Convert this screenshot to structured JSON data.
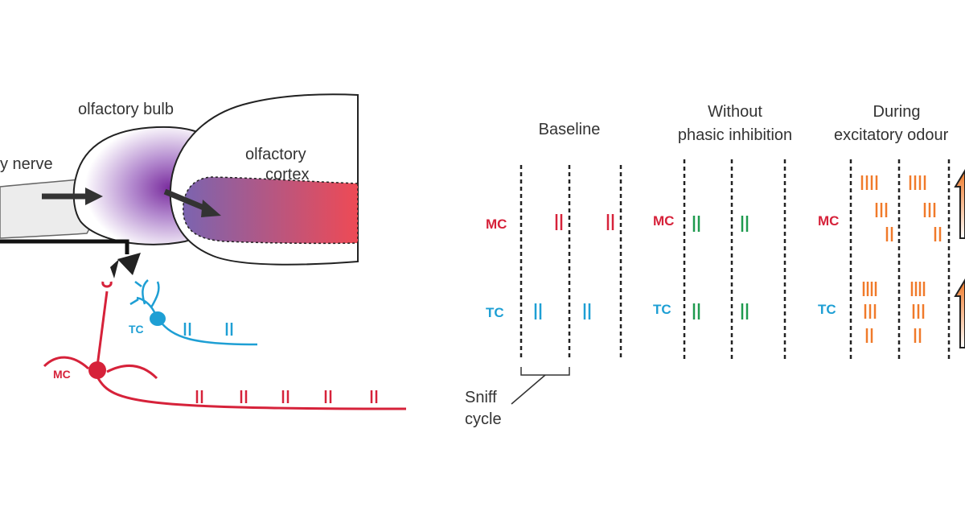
{
  "anatomy": {
    "nerve_label": "y nerve",
    "bulb_label": "olfactory bulb",
    "cortex_label_line1": "olfactory",
    "cortex_label_line2": "cortex",
    "tc_label": "TC",
    "mc_label": "MC"
  },
  "panels": [
    {
      "title_line1": "Baseline",
      "title_line2": ""
    },
    {
      "title_line1": "Without",
      "title_line2": "phasic inhibition"
    },
    {
      "title_line1": "During",
      "title_line2": "excitatory odour"
    }
  ],
  "rows": {
    "mc": "MC",
    "tc": "TC"
  },
  "sniff": {
    "line1": "Sniff",
    "line2": "cycle"
  },
  "colors": {
    "mc": "#d6223a",
    "tc": "#1e9fd4",
    "green": "#1e9a4e",
    "orange": "#f07a2a",
    "bulb": "#7a2d9e",
    "cortex_start": "#7b64b0",
    "cortex_end": "#ee4a55",
    "ink": "#333333"
  }
}
